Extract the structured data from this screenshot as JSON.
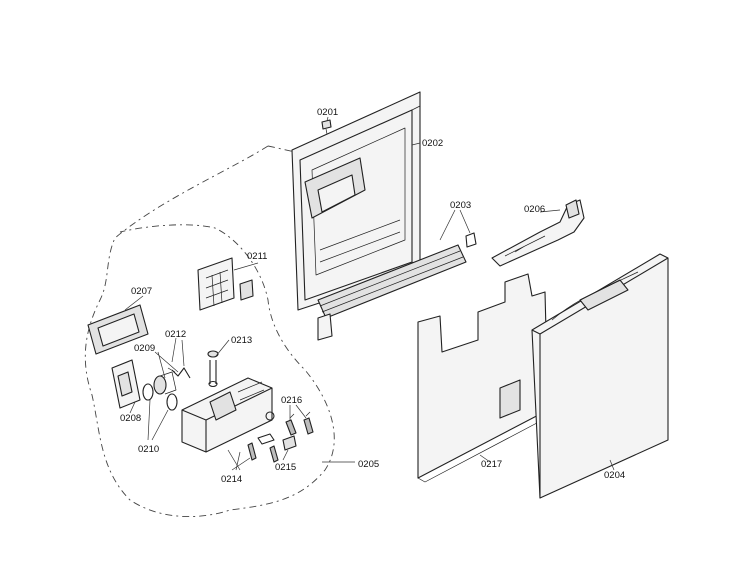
{
  "labels": {
    "p0201": "0201",
    "p0202": "0202",
    "p0203": "0203",
    "p0204": "0204",
    "p0205": "0205",
    "p0206": "0206",
    "p0207": "0207",
    "p0208": "0208",
    "p0209": "0209",
    "p0210": "0210",
    "p0211": "0211",
    "p0212": "0212",
    "p0213": "0213",
    "p0214": "0214",
    "p0215": "0215",
    "p0216": "0216",
    "p0217": "0217"
  }
}
